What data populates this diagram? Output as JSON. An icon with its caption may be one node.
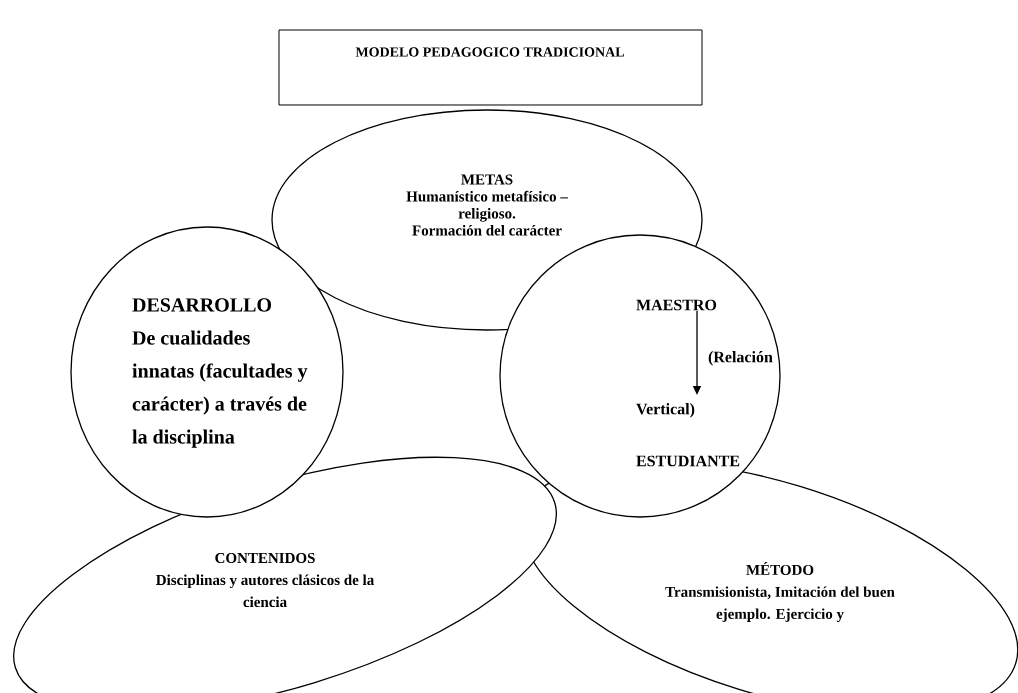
{
  "diagram": {
    "title": "MODELO PEDAGOGICO TRADICIONAL",
    "nodes": [
      {
        "text": [
          "METAS",
          "Humanístico metafísico – religioso.",
          "Formación del carácter"
        ]
      },
      {
        "text": [
          "DESARROLLO",
          "De cualidades innatas (facultades y carácter) a través de la disciplina"
        ]
      },
      {
        "text": [
          "MAESTRO",
          "(Relación Vertical)",
          "ESTUDIANTE"
        ]
      },
      {
        "text": [
          "CONTENIDOS",
          "Disciplinas y autores clásicos de la ciencia"
        ]
      },
      {
        "text": [
          "MÉTODO",
          "Transmisionista, Imitación del buen ejemplo. Ejercicio y"
        ]
      }
    ],
    "edges": []
  }
}
